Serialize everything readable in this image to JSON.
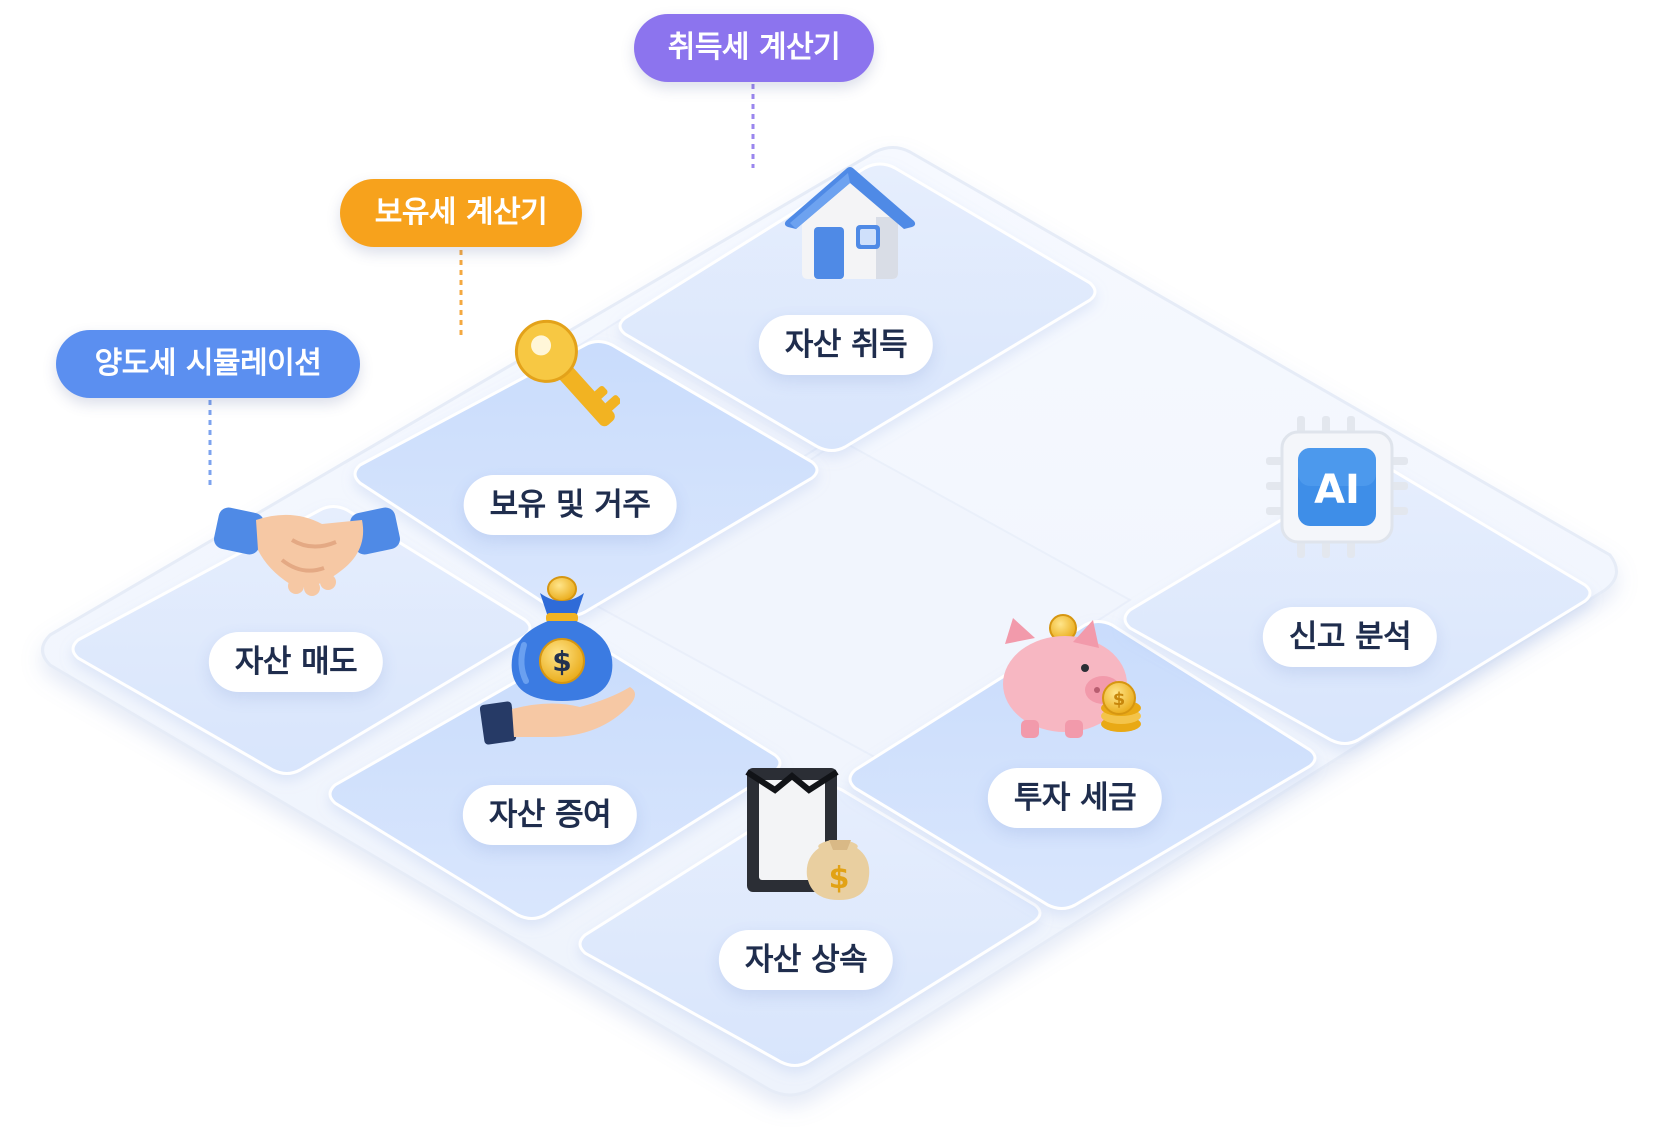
{
  "calculators": {
    "acquisition_tax": "취득세 계산기",
    "holding_tax": "보유세 계산기",
    "transfer_tax_sim": "양도세 시뮬레이션"
  },
  "tiles": {
    "acquisition": "자산 취득",
    "holding": "보유 및 거주",
    "sale": "자산 매도",
    "gift": "자산 증여",
    "inheritance": "자산 상속",
    "investment_tax": "투자 세금",
    "report_analysis": "신고 분석"
  },
  "icons": {
    "acquisition": "house-icon",
    "holding": "key-icon",
    "sale": "handshake-icon",
    "gift": "money-bag-hand-icon",
    "inheritance": "memorial-frame-money-bag-icon",
    "investment_tax": "piggy-bank-icon",
    "report_analysis": "ai-chip-icon",
    "ai_text": "AI"
  },
  "colors": {
    "purple": "#8c74ee",
    "orange": "#f7a21c",
    "blue": "#5b8ff0",
    "tile": "#dde8fd",
    "label_text": "#1f2d4d"
  }
}
